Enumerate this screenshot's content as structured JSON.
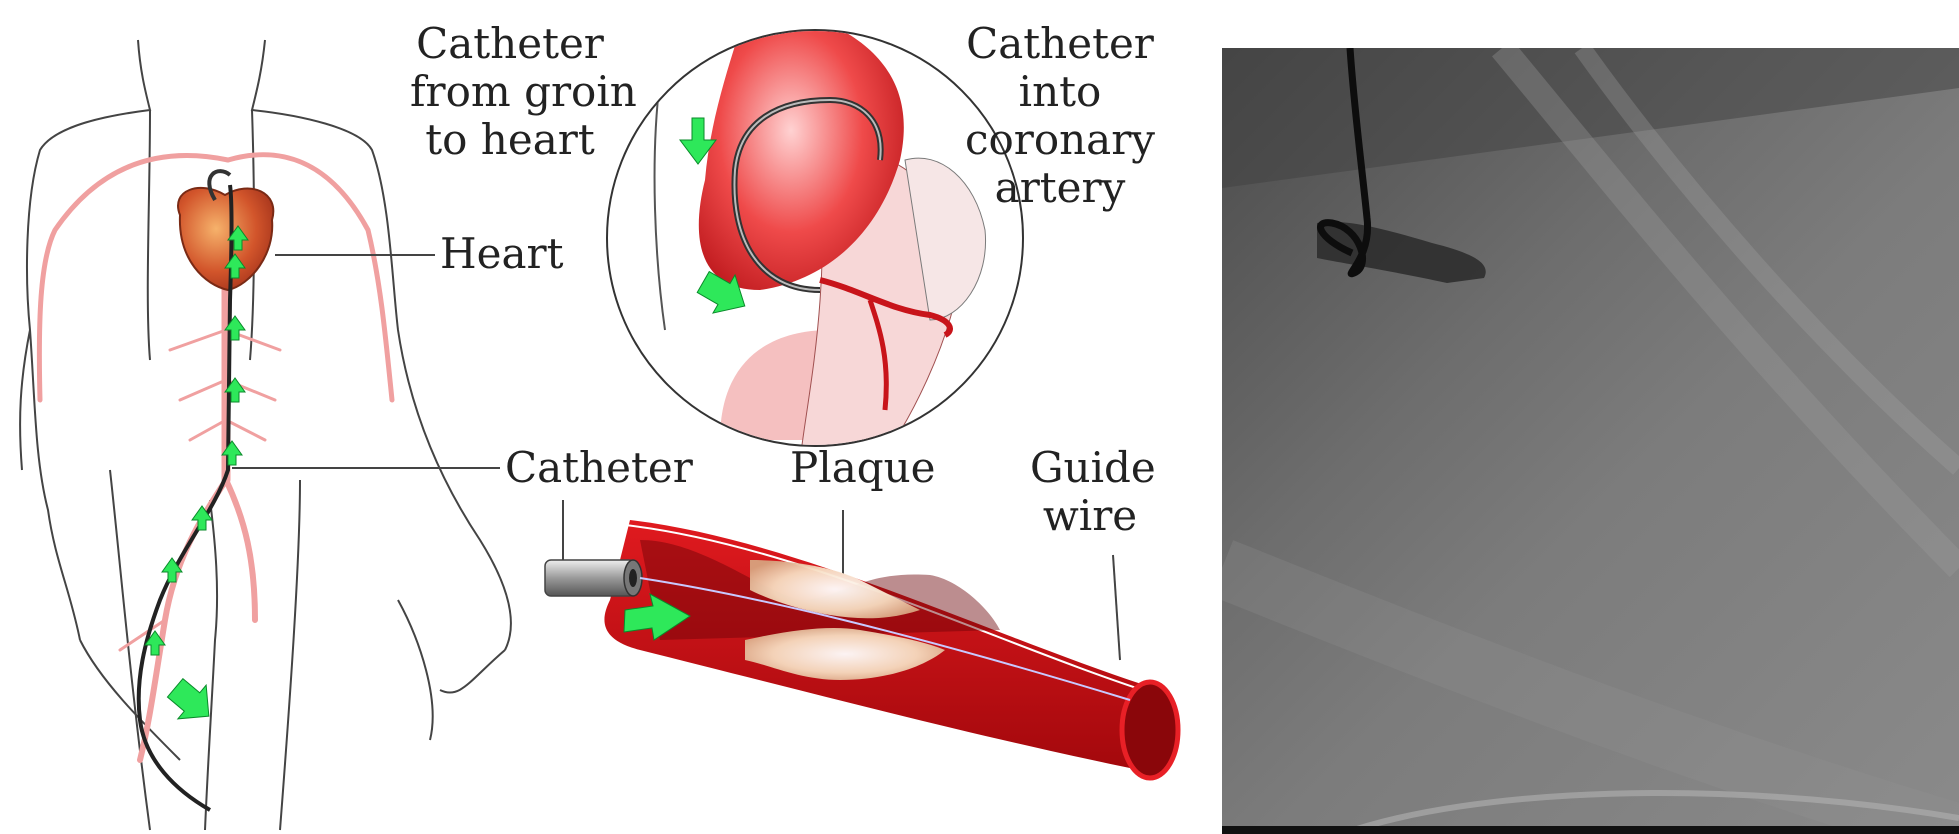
{
  "labels": {
    "catheter_groin": [
      "Catheter",
      "from groin",
      "to heart"
    ],
    "catheter_coronary": [
      "Catheter",
      "into",
      "coronary",
      "artery"
    ],
    "heart": "Heart",
    "catheter": "Catheter",
    "plaque": "Plaque",
    "guide_wire": [
      "Guide",
      "wire"
    ]
  },
  "colors": {
    "artery": "#c8141a",
    "artery_light": "#f0a0a0",
    "arrow": "#2ee85a",
    "outline": "#444444"
  }
}
